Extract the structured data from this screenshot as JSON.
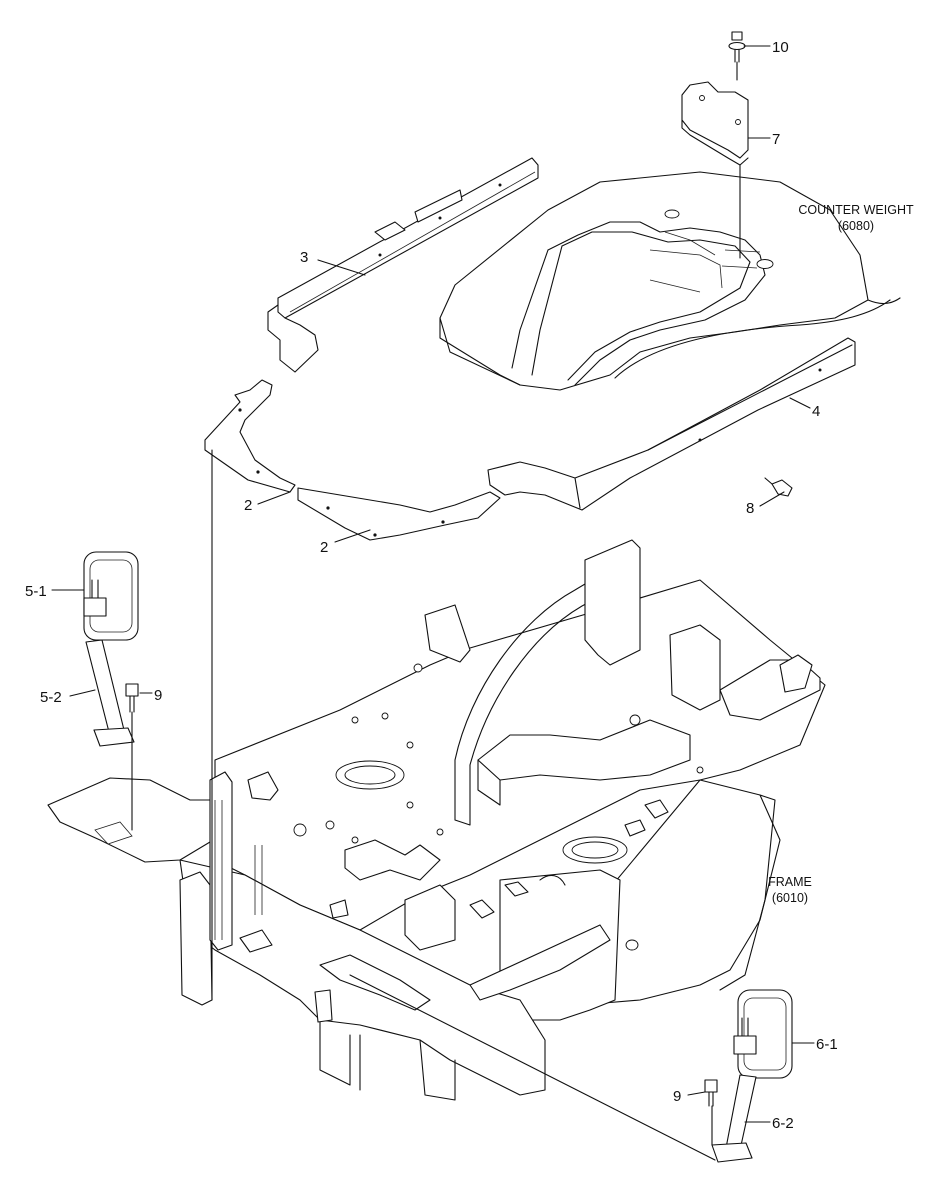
{
  "parts": {
    "p10": "10",
    "p7": "7",
    "p3": "3",
    "p4": "4",
    "p8": "8",
    "p2a": "2",
    "p2b": "2",
    "p5_1": "5-1",
    "p5_2": "5-2",
    "p9a": "9",
    "p9b": "9",
    "p6_1": "6-1",
    "p6_2": "6-2"
  },
  "assemblies": {
    "counterweight_name": "COUNTER WEIGHT",
    "counterweight_code": "(6080)",
    "frame_name": "FRAME",
    "frame_code": "(6010)"
  }
}
